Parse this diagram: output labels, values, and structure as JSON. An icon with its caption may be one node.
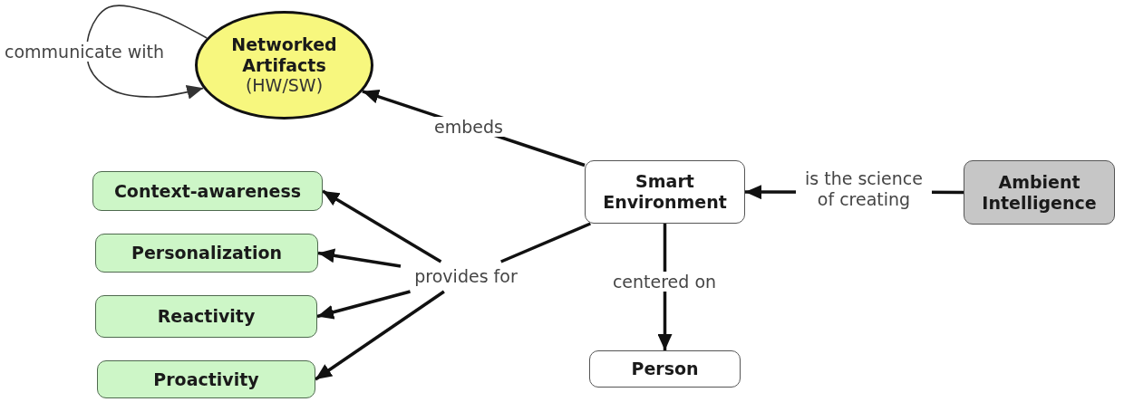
{
  "diagram": {
    "nodes": [
      {
        "text": [
          "Networked Artifacts",
          "(HW/SW)"
        ]
      },
      {
        "text": [
          "Context-awareness"
        ]
      },
      {
        "text": [
          "Smart Environment"
        ]
      },
      {
        "text": [
          "Ambient Intelligence"
        ]
      },
      {
        "text": [
          "Personalization"
        ]
      },
      {
        "text": [
          "provides for"
        ]
      },
      {
        "text": [
          "Reactivity"
        ]
      },
      {
        "text": [
          "Proactivity"
        ]
      },
      {
        "text": [
          "Person"
        ]
      }
    ],
    "edges": [
      {
        "from": 0,
        "to": 0,
        "arrow": "to",
        "label": "communicate with"
      },
      {
        "from": 2,
        "to": 0,
        "arrow": "to",
        "label": "embeds"
      },
      {
        "from": 3,
        "to": 2,
        "arrow": "to",
        "label": "is the science of creating"
      },
      {
        "from": 2,
        "to": 5,
        "arrow": "none"
      },
      {
        "from": 5,
        "to": 1,
        "arrow": "to"
      },
      {
        "from": 5,
        "to": 4,
        "arrow": "to"
      },
      {
        "from": 5,
        "to": 6,
        "arrow": "to"
      },
      {
        "from": 5,
        "to": 7,
        "arrow": "to"
      },
      {
        "from": 2,
        "to": 8,
        "arrow": "to",
        "label": "centered on"
      }
    ]
  }
}
